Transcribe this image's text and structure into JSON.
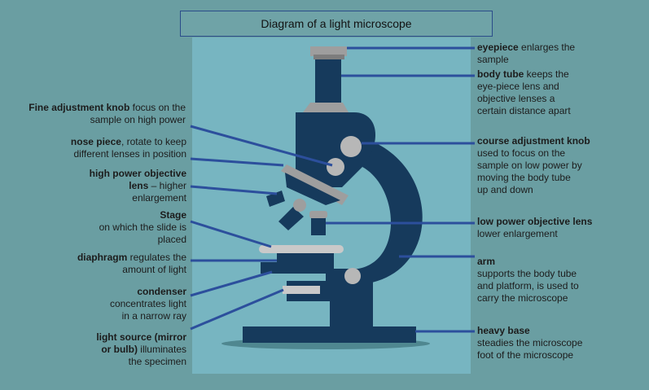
{
  "title": "Diagram of a light microscope",
  "labels": {
    "fine_adjustment": {
      "term": "Fine adjustment knob",
      "desc1": " focus on the",
      "desc2": "sample on high power"
    },
    "nose_piece": {
      "term": "nose piece",
      "desc1": ", rotate to keep",
      "desc2": "different lenses in position"
    },
    "high_power": {
      "term1": "high power objective",
      "term2": "lens",
      "desc1": " – higher",
      "desc2": "enlargement"
    },
    "stage": {
      "term": "Stage",
      "desc1": "on which the slide is",
      "desc2": "placed"
    },
    "diaphragm": {
      "term": "diaphragm",
      "desc1": " regulates the",
      "desc2": "amount of light"
    },
    "condenser": {
      "term": "condenser",
      "desc1": "concentrates light",
      "desc2": "in a narrow ray"
    },
    "light_source": {
      "term1": "light source (mirror",
      "term2": "or bulb)",
      "desc1": " illuminates",
      "desc2": "the specimen"
    },
    "eyepiece": {
      "term": "eyepiece",
      "desc1": " enlarges the",
      "desc2": "sample"
    },
    "body_tube": {
      "term": "body tube",
      "desc1": " keeps the",
      "desc2": "eye-piece lens and",
      "desc3": "objective lenses a",
      "desc4": "certain distance apart"
    },
    "course_adjustment": {
      "term": "course adjustment knob",
      "desc1": "used to focus on the",
      "desc2": "sample on low power by",
      "desc3": "moving the body tube",
      "desc4": "up and down"
    },
    "low_power": {
      "term": "low power objective lens",
      "desc1": "lower enlargement"
    },
    "arm": {
      "term": "arm",
      "desc1": "supports the body tube",
      "desc2": "and platform, is used to",
      "desc3": "carry the microscope"
    },
    "heavy_base": {
      "term": "heavy base",
      "desc1": "steadies the microscope",
      "desc2": "foot of the microscope"
    }
  },
  "colors": {
    "background": "#6a9ea2",
    "panel": "#77b5c1",
    "microscope": "#163a5c",
    "knob": "#b7b7b7",
    "leader_line": "#2c4f9c"
  }
}
